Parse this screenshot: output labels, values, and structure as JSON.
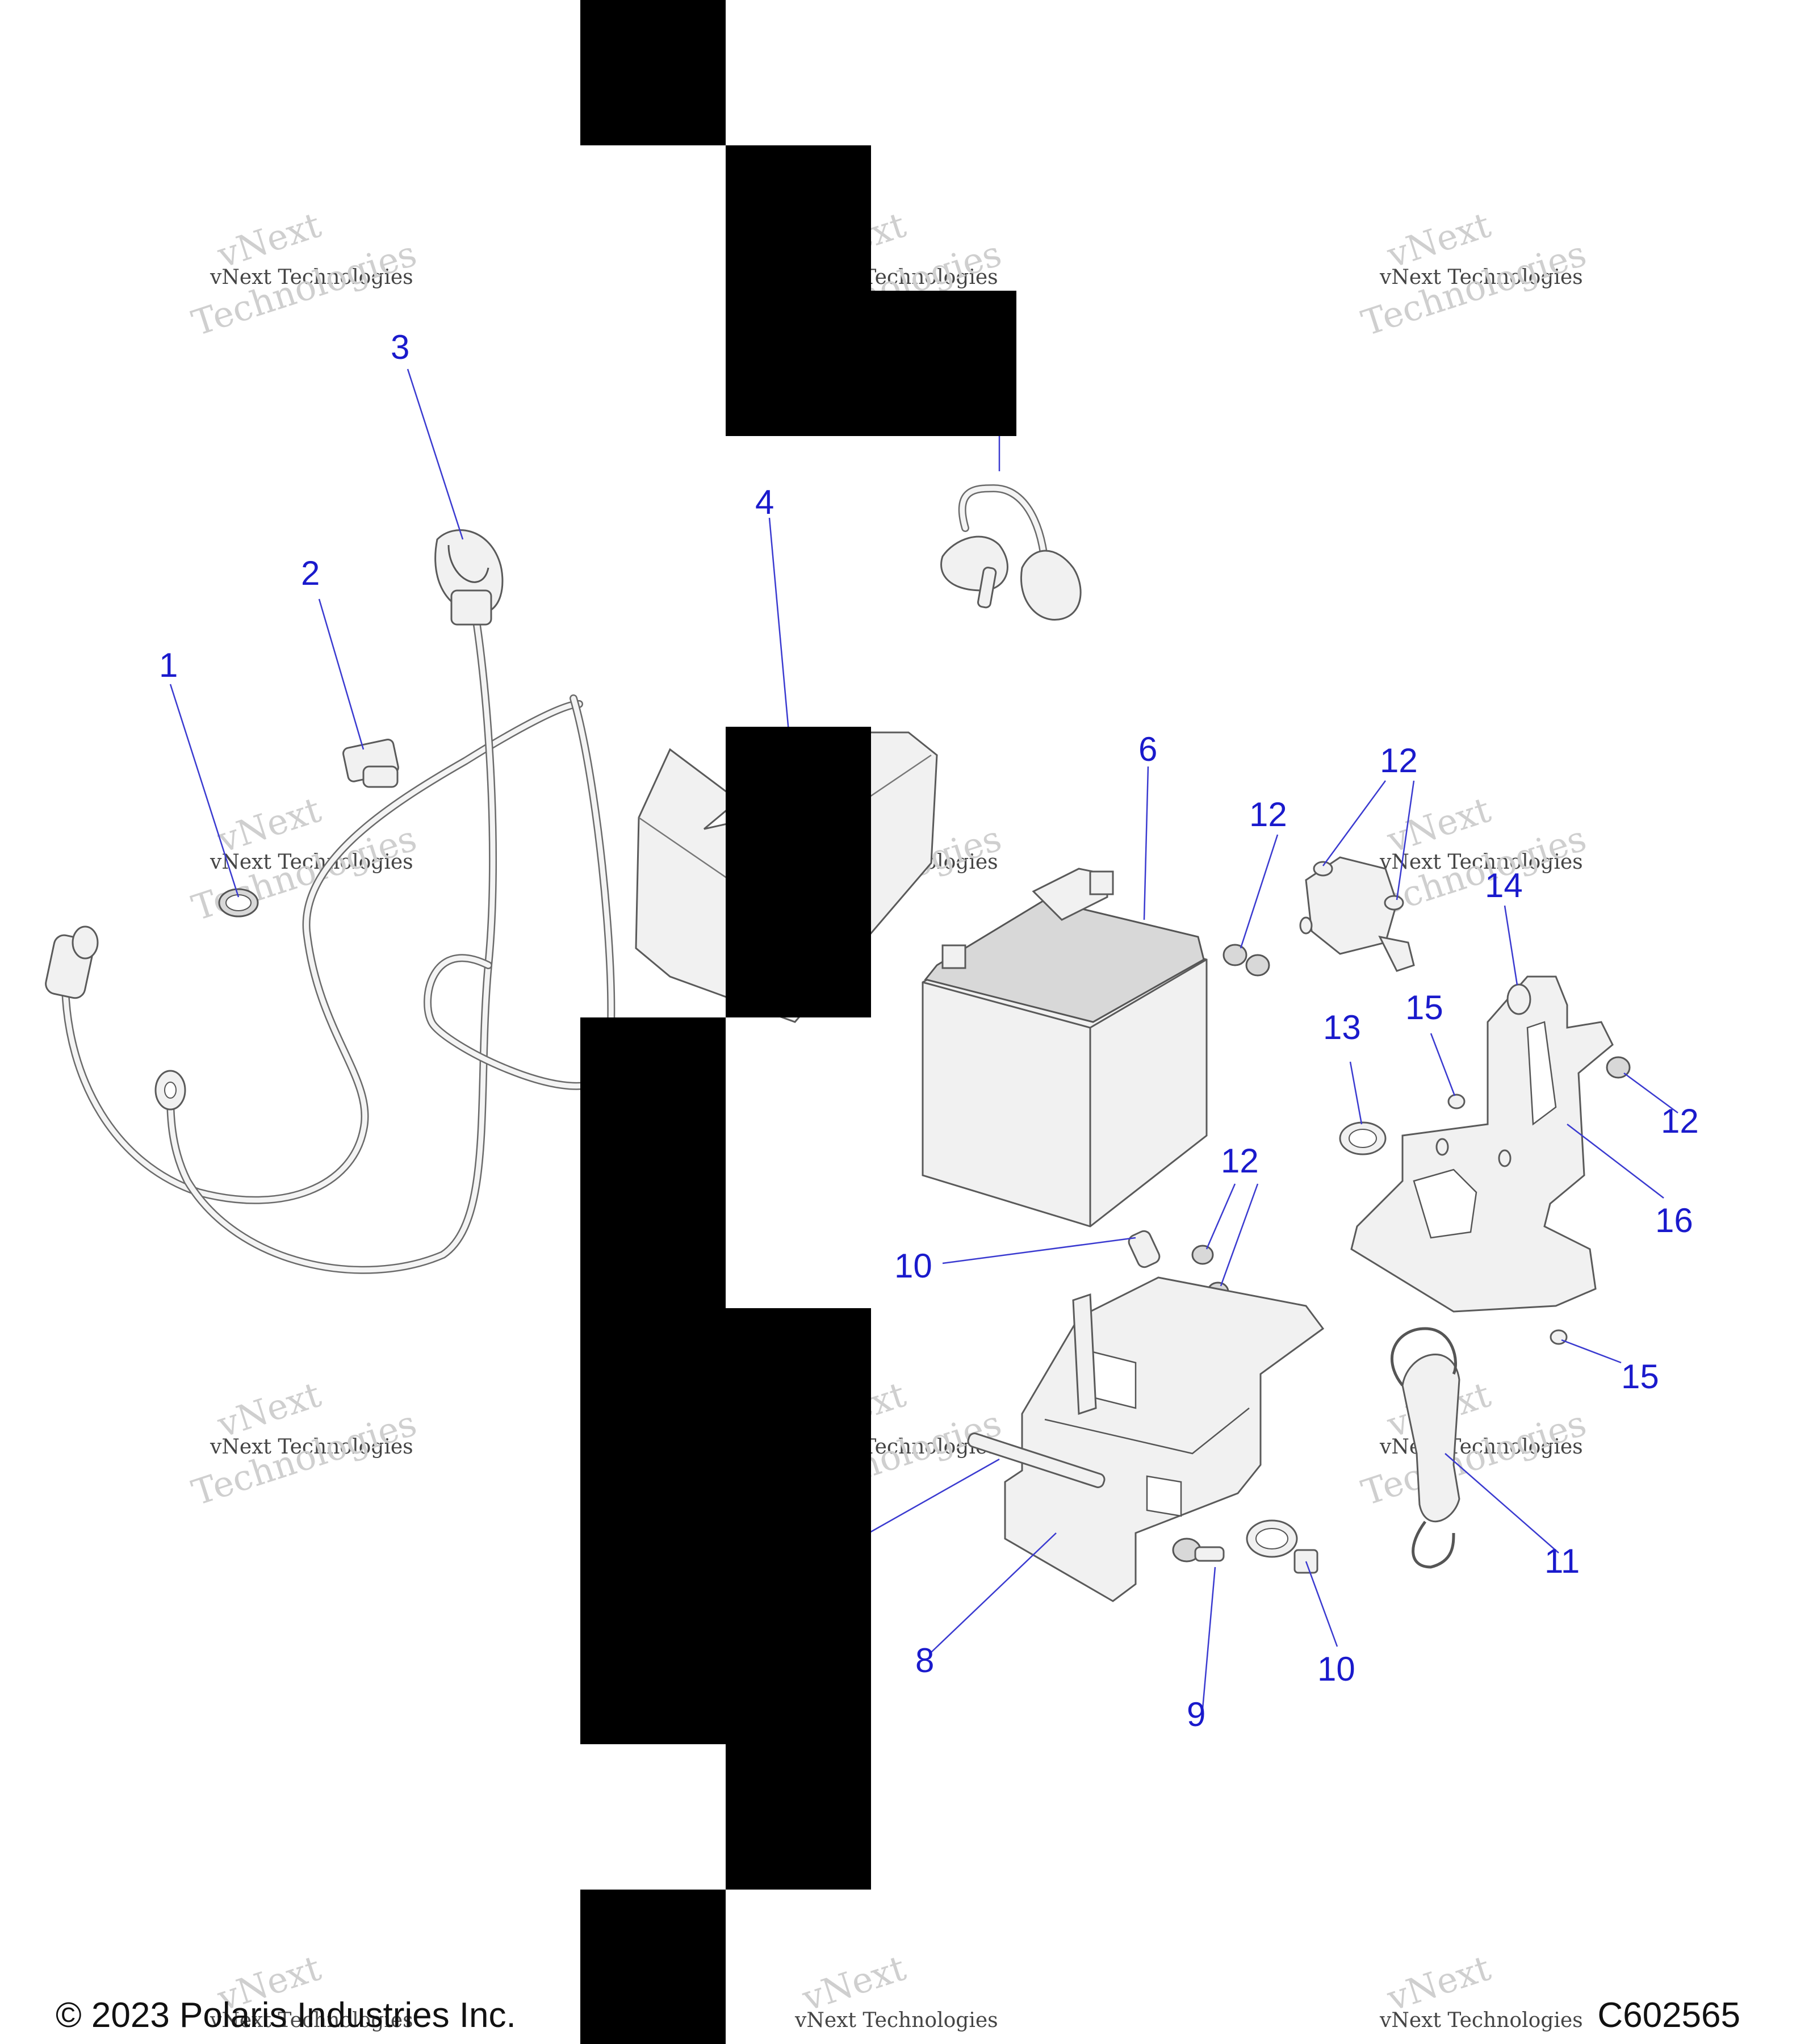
{
  "footer": {
    "copyright": "© 2023 Polaris Industries Inc.",
    "drawing_id": "C602565"
  },
  "watermark": {
    "line1": "vNext",
    "line2": "vNext Technologies",
    "line3": "Technologies"
  },
  "callouts": {
    "c1": "1",
    "c2": "2",
    "c3": "3",
    "c4": "4",
    "c6": "6",
    "c8": "8",
    "c9": "9",
    "c10a": "10",
    "c10b": "10",
    "c11": "11",
    "c12a": "12",
    "c12b": "12",
    "c12c": "12",
    "c12d": "12",
    "c13": "13",
    "c14": "14",
    "c15a": "15",
    "c15b": "15",
    "c16": "16"
  },
  "colors": {
    "callout": "#1a1acc",
    "redaction": "#000000"
  }
}
